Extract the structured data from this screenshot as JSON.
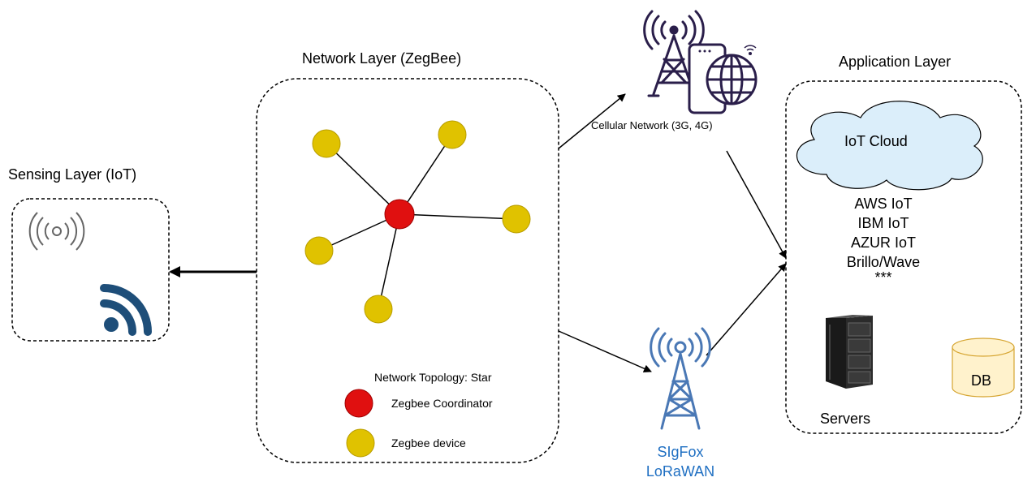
{
  "sensing_layer": {
    "title": "Sensing Layer (IoT)"
  },
  "network_layer": {
    "title": "Network  Layer (ZegBee)",
    "topology_label": "Network  Topology: Star",
    "legend": [
      {
        "label": "Zegbee Coordinator",
        "color": "#e01010"
      },
      {
        "label": "Zegbee device",
        "color": "#e0c200"
      }
    ]
  },
  "cellular": {
    "label": "Cellular Network (3G, 4G)"
  },
  "lpwan": {
    "lines": [
      "SIgFox",
      "LoRaWAN"
    ]
  },
  "application_layer": {
    "title": "Application Layer",
    "cloud_label": "IoT Cloud",
    "platforms": [
      "AWS IoT",
      "IBM IoT",
      "AZUR IoT",
      "Brillo/Wave",
      "***"
    ],
    "servers_label": "Servers",
    "db_label": "DB"
  },
  "colors": {
    "coordinator": "#e01010",
    "device": "#e0c200",
    "cloud": "#dbeefa",
    "db": "#fff2cc",
    "wifi": "#1e4e79",
    "tower_blue": "#4a78b5"
  }
}
